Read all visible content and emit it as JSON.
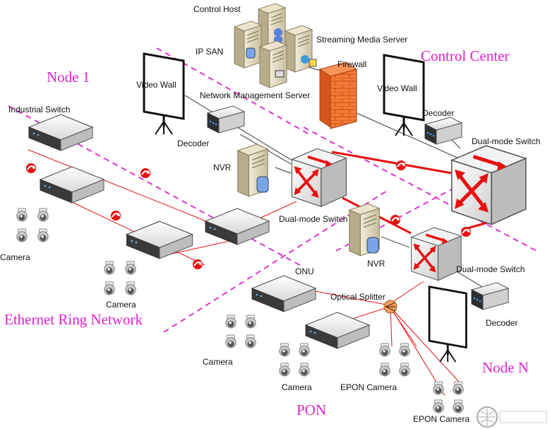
{
  "zones": {
    "node1": "Node 1",
    "control_center": "Control Center",
    "ethernet_ring": "Ethernet Ring Network",
    "pon": "PON",
    "node_n": "Node N"
  },
  "labels": {
    "control_host": "Control Host",
    "ip_san": "IP SAN",
    "streaming_server": "Streaming Media Server",
    "firewall": "Firewall",
    "nms": "Network Management Server",
    "video_wall_1": "Video Wall",
    "video_wall_2": "Video Wall",
    "decoder_1": "Decoder",
    "decoder_2": "Decoder",
    "decoder_3": "Decoder",
    "industrial_switch": "Industrial Switch",
    "nvr_1": "NVR",
    "nvr_2": "NVR",
    "dual_switch_1": "Dual-mode Switch",
    "dual_switch_2": "Dual-mode Switch",
    "dual_switch_3": "Dual-mode Switch",
    "camera_1": "Camera",
    "camera_2": "Camera",
    "camera_3": "Camera",
    "camera_4": "Camera",
    "onu": "ONU",
    "optical_splitter": "Optical Splitter",
    "epon_camera_1": "EPON Camera",
    "epon_camera_2": "EPON Camera"
  },
  "colors": {
    "zone_text": "#e020d0",
    "zone_divider": "#e020d0",
    "link_red": "#e81010",
    "link_gray": "#555555",
    "firewall": "#f26d2b"
  }
}
